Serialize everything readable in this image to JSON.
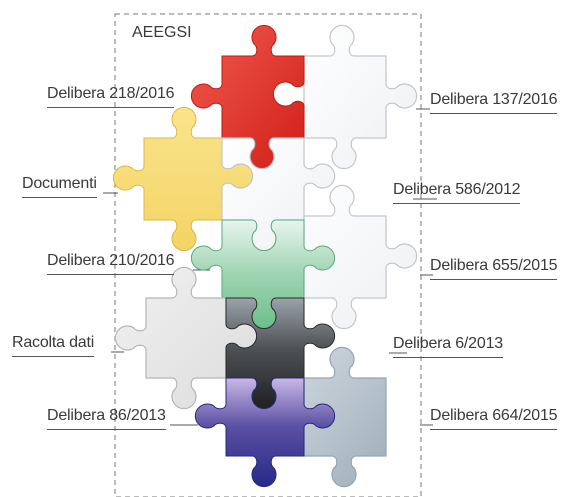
{
  "diagram": {
    "title": "AEEGSI",
    "labels": {
      "delibera_218_2016": "Delibera 218/2016",
      "delibera_137_2016": "Delibera 137/2016",
      "documenti": "Documenti",
      "delibera_586_2012": "Delibera 586/2012",
      "delibera_210_2016": "Delibera 210/2016",
      "delibera_655_2015": "Delibera 655/2015",
      "raccolta_dati": "Racolta dati",
      "delibera_6_2013": "Delibera 6/2013",
      "delibera_86_2013": "Delibera 86/2013",
      "delibera_664_2015": "Delibera 664/2015"
    }
  },
  "colors": {
    "red": "#e8332a",
    "yellow": "#f7dc7a",
    "green": "#7dc79a",
    "dark": "#3a3a3a",
    "purple": "#3d3a8c",
    "light_gray": "#e6e6e6",
    "steel": "#b8c3cc",
    "white_piece": "#f6f7f9",
    "frame": "#777777"
  }
}
